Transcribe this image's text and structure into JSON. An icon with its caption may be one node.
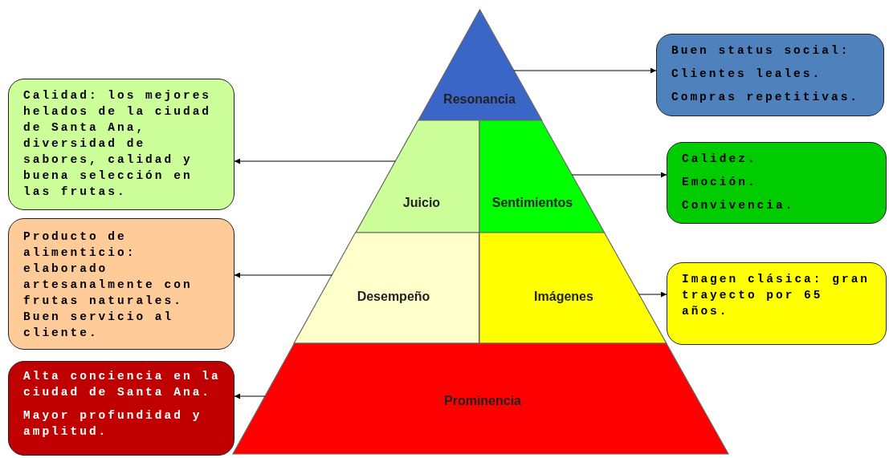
{
  "diagram": {
    "nodes": [
      {
        "text": [
          "Resonancia"
        ]
      },
      {
        "text": [
          "Juicio"
        ]
      },
      {
        "text": [
          "Sentimientos"
        ]
      },
      {
        "text": [
          "Desempeño"
        ]
      },
      {
        "text": [
          "Imágenes"
        ]
      },
      {
        "text": [
          "Prominencia"
        ]
      },
      {
        "text": [
          "Buen status social:",
          "Clientes leales.",
          "Compras repetitivas."
        ]
      },
      {
        "text": [
          "Calidad: los mejores helados de la ciudad de Santa Ana, diversidad de sabores, calidad y buena selección en las frutas."
        ]
      },
      {
        "text": [
          "Calidez.",
          "Emoción.",
          "Convivencia."
        ]
      },
      {
        "text": [
          "Producto de alimenticio: elaborado artesanalmente con frutas naturales. Buen servicio al cliente."
        ]
      },
      {
        "text": [
          "Imagen clásica: gran trayecto por 65 años."
        ]
      },
      {
        "text": [
          "Alta conciencia en la ciudad de Santa Ana.",
          "Mayor profundidad y amplitud."
        ]
      }
    ],
    "edges": [
      {
        "from": 0,
        "to": 6,
        "arrow": "to"
      },
      {
        "from": 1,
        "to": 7,
        "arrow": "to"
      },
      {
        "from": 2,
        "to": 8,
        "arrow": "to"
      },
      {
        "from": 3,
        "to": 9,
        "arrow": "to"
      },
      {
        "from": 4,
        "to": 10,
        "arrow": "to"
      },
      {
        "from": 5,
        "to": 11,
        "arrow": "to"
      }
    ]
  }
}
